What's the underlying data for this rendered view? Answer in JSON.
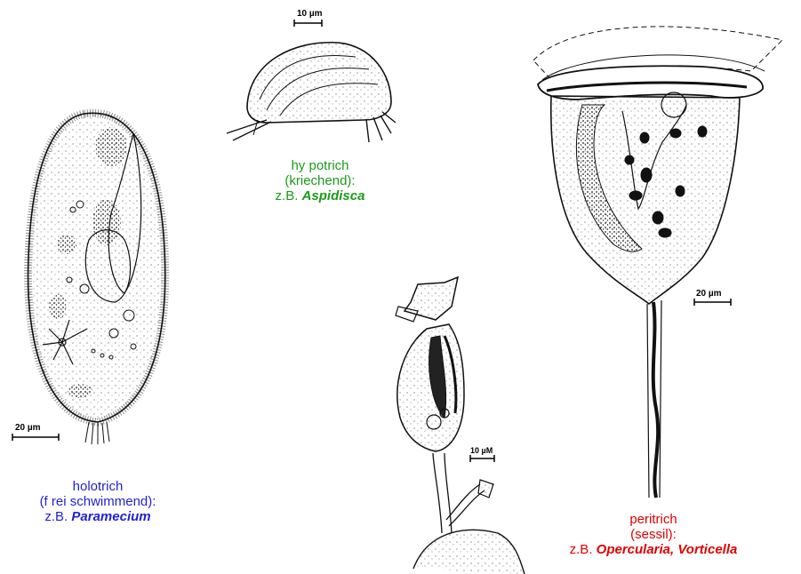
{
  "colors": {
    "holotrich": "#1f1fd6",
    "hypotrich": "#1a9a1a",
    "peritrich": "#e00000",
    "ink": "#111111"
  },
  "scale_bars": {
    "paramecium": "20 µm",
    "aspidisca": "10 µm",
    "opercularia": "10 µM",
    "vorticella": "20 µm"
  },
  "holotrich": {
    "line1": "holotrich",
    "line2": "(f rei schwimmend):",
    "prefix": "z.B.",
    "genus": "Paramecium"
  },
  "hypotrich": {
    "line1": "hy potrich",
    "line2": "(kriechend):",
    "prefix": "z.B.",
    "genus": "Aspidisca"
  },
  "peritrich": {
    "line1": "peritrich",
    "line2": "(sessil):",
    "prefix": "z.B.",
    "genus": "Opercularia, Vorticella"
  }
}
